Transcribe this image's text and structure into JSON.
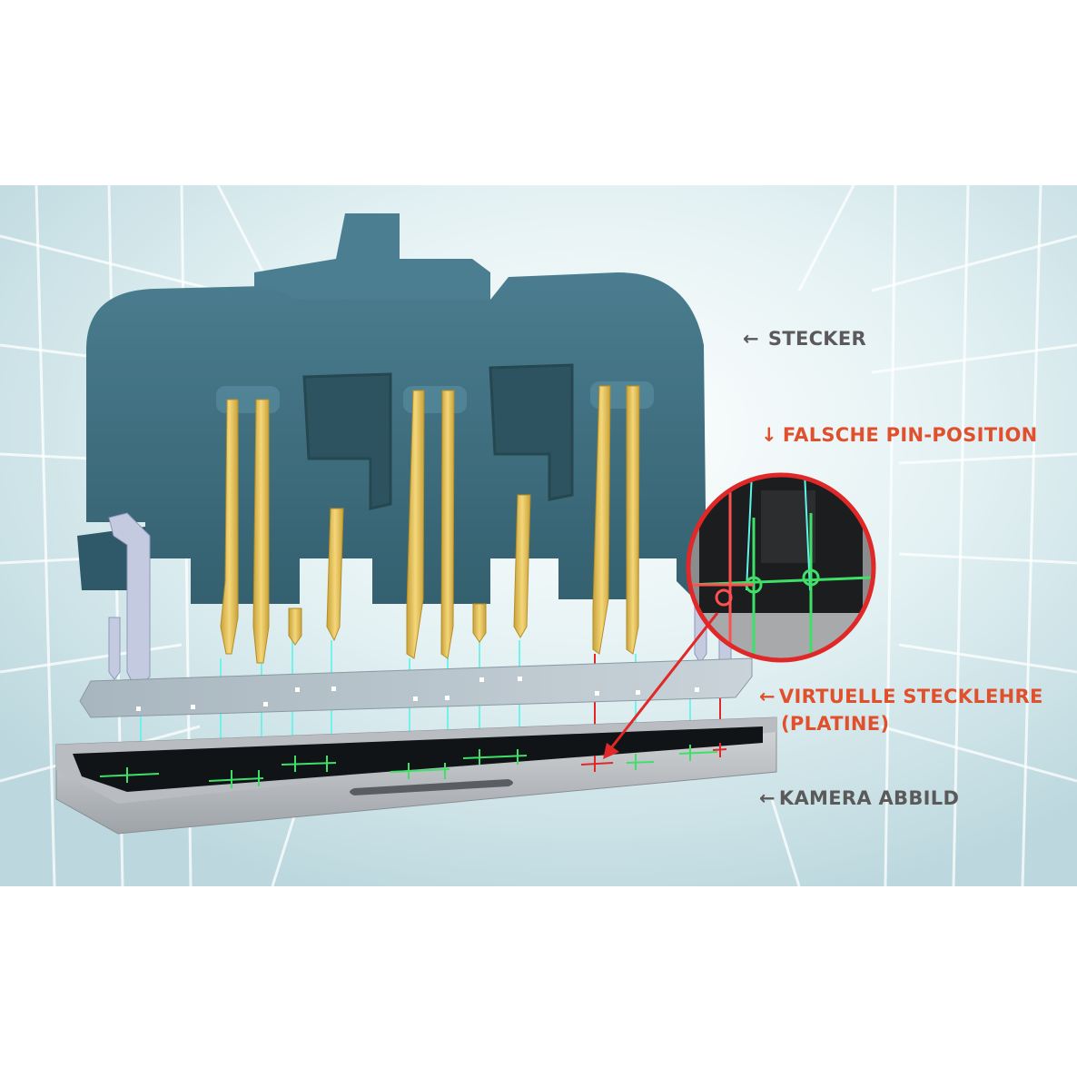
{
  "labels": {
    "stecker": "STECKER",
    "falsche_pin_position": "FALSCHE PIN-POSITION",
    "virtuelle_stecklehre_line1": "VIRTUELLE STECKLEHRE",
    "virtuelle_stecklehre_line2": "(PLATINE)",
    "kamera_abbild": "KAMERA ABBILD"
  },
  "arrows": {
    "left": "←",
    "down": "↓"
  },
  "colors": {
    "housing": "#3e6b7c",
    "housing_dark": "#2d5260",
    "pin_gold": "#e3c15a",
    "label_gray": "#5a5a5a",
    "label_red": "#e0502c",
    "error_red": "#e02828",
    "ok_green": "#3fe06a",
    "ray_cyan": "#5ff3ea",
    "background_tint": "#cfe6ea"
  },
  "icons": [
    "magnifier-zoom-circle",
    "pin-position-crosshair"
  ]
}
